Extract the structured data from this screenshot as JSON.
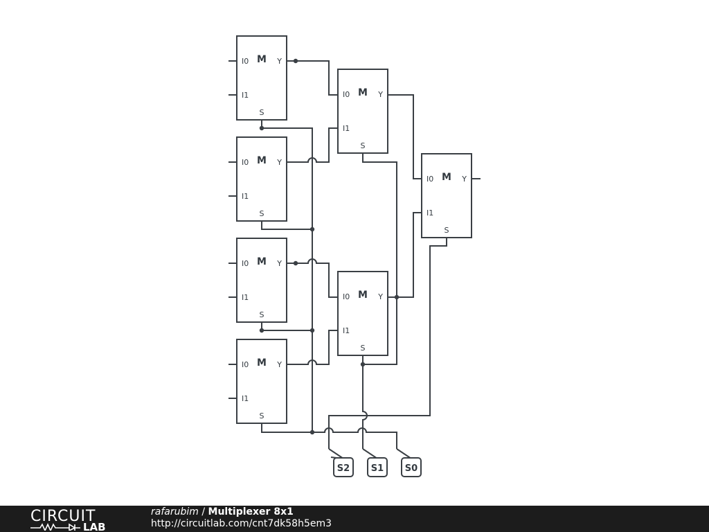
{
  "circuit": {
    "muxes": [
      {
        "label": "M",
        "in0": "I0",
        "in1": "I1",
        "out": "Y",
        "sel": "S"
      },
      {
        "label": "M",
        "in0": "I0",
        "in1": "I1",
        "out": "Y",
        "sel": "S"
      },
      {
        "label": "M",
        "in0": "I0",
        "in1": "I1",
        "out": "Y",
        "sel": "S"
      },
      {
        "label": "M",
        "in0": "I0",
        "in1": "I1",
        "out": "Y",
        "sel": "S"
      },
      {
        "label": "M",
        "in0": "I0",
        "in1": "I1",
        "out": "Y",
        "sel": "S"
      },
      {
        "label": "M",
        "in0": "I0",
        "in1": "I1",
        "out": "Y",
        "sel": "S"
      },
      {
        "label": "M",
        "in0": "I0",
        "in1": "I1",
        "out": "Y",
        "sel": "S"
      }
    ],
    "selects": [
      "S2",
      "S1",
      "S0"
    ]
  },
  "footer": {
    "logo_top": "CIRCUIT",
    "logo_bottom": "LAB",
    "author": "rafarubim",
    "separator": " / ",
    "title": "Multiplexer 8x1",
    "url": "http://circuitlab.com/cnt7dk58h5em3"
  }
}
